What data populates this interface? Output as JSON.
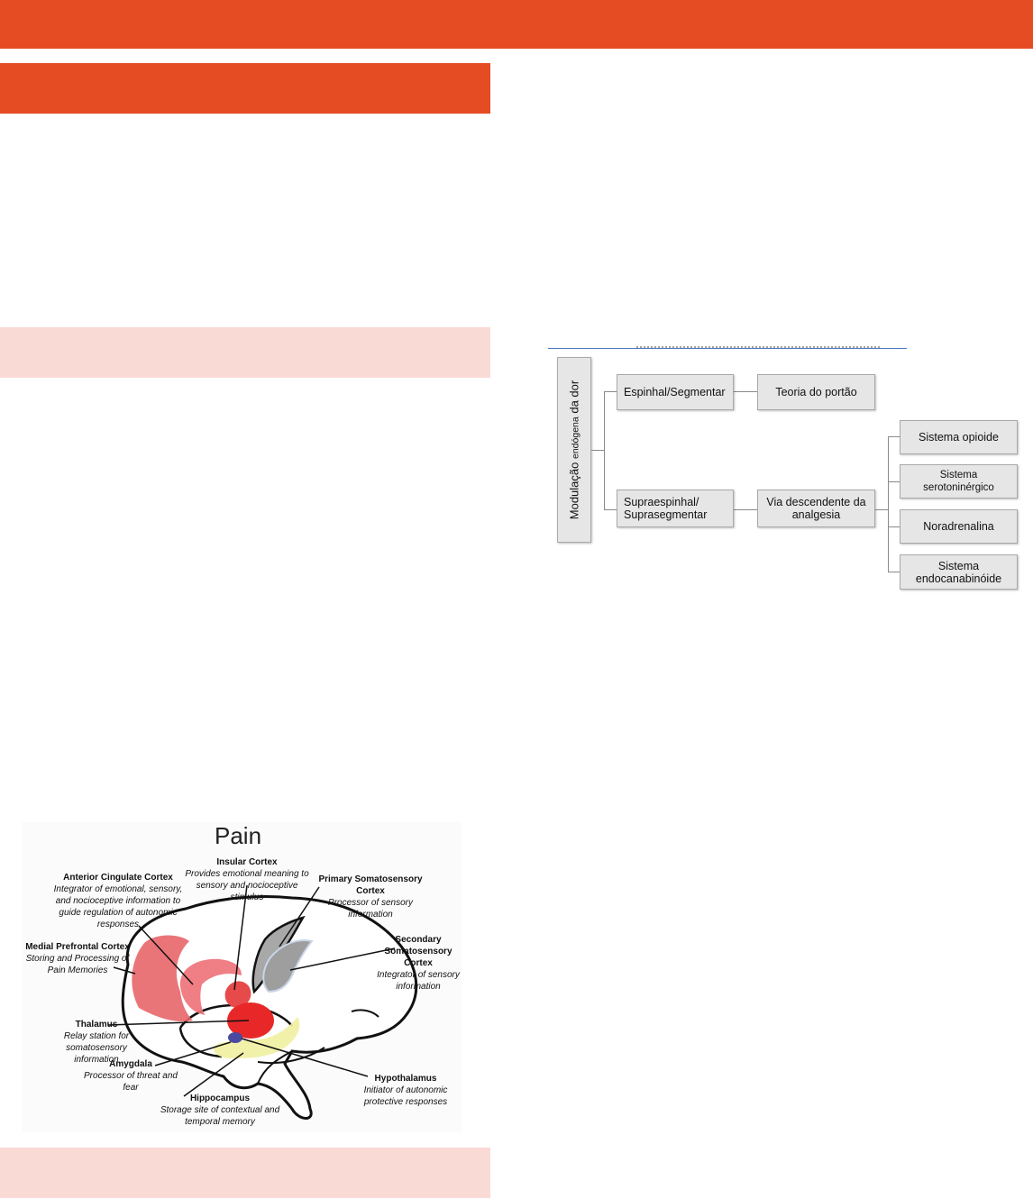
{
  "colors": {
    "accent": "#e64c24",
    "pink": "#fadad5",
    "box_fill": "#e6e6e6"
  },
  "flowchart": {
    "root_main": "Modulação",
    "root_small": "endógena",
    "root_end": "da dor",
    "spinal": "Espinhal/Segmentar",
    "gate": "Teoria do portão",
    "supra_line1": "Supraespinhal/",
    "supra_line2": "Suprasegmentar",
    "descending_line1": "Via descendente da",
    "descending_line2": "analgesia",
    "opioid": "Sistema opioide",
    "serotonin": "Sistema serotoninérgico",
    "noradrenaline": "Noradrenalina",
    "endocannabinoid_line1": "Sistema",
    "endocannabinoid_line2": "endocanabinóide"
  },
  "brain_figure": {
    "title": "Pain",
    "labels": {
      "insular": {
        "title": "Insular Cortex",
        "desc": "Provides emotional meaning to sensory and nocioceptive stimulus"
      },
      "acc": {
        "title": "Anterior Cingulate Cortex",
        "desc": "Integrator of emotional, sensory, and nocioceptive information to guide regulation of autonomic responses"
      },
      "primary_somato": {
        "title": "Primary Somatosensory Cortex",
        "desc": "Processor of sensory information"
      },
      "mpfc": {
        "title": "Medial Prefrontal Cortex",
        "desc": "Storing and Processing of Pain Memories"
      },
      "secondary_somato": {
        "title": "Secondary Somatosensory Cortex",
        "desc": "Integrator of sensory information"
      },
      "thalamus": {
        "title": "Thalamus",
        "desc": "Relay station for somatosensory information"
      },
      "amygdala": {
        "title": "Amygdala",
        "desc": "Processor of threat and fear"
      },
      "hypothalamus": {
        "title": "Hypothalamus",
        "desc": "Initiator of autonomic protective responses"
      },
      "hippocampus": {
        "title": "Hippocampus",
        "desc": "Storage site of contextual and temporal memory"
      }
    }
  }
}
